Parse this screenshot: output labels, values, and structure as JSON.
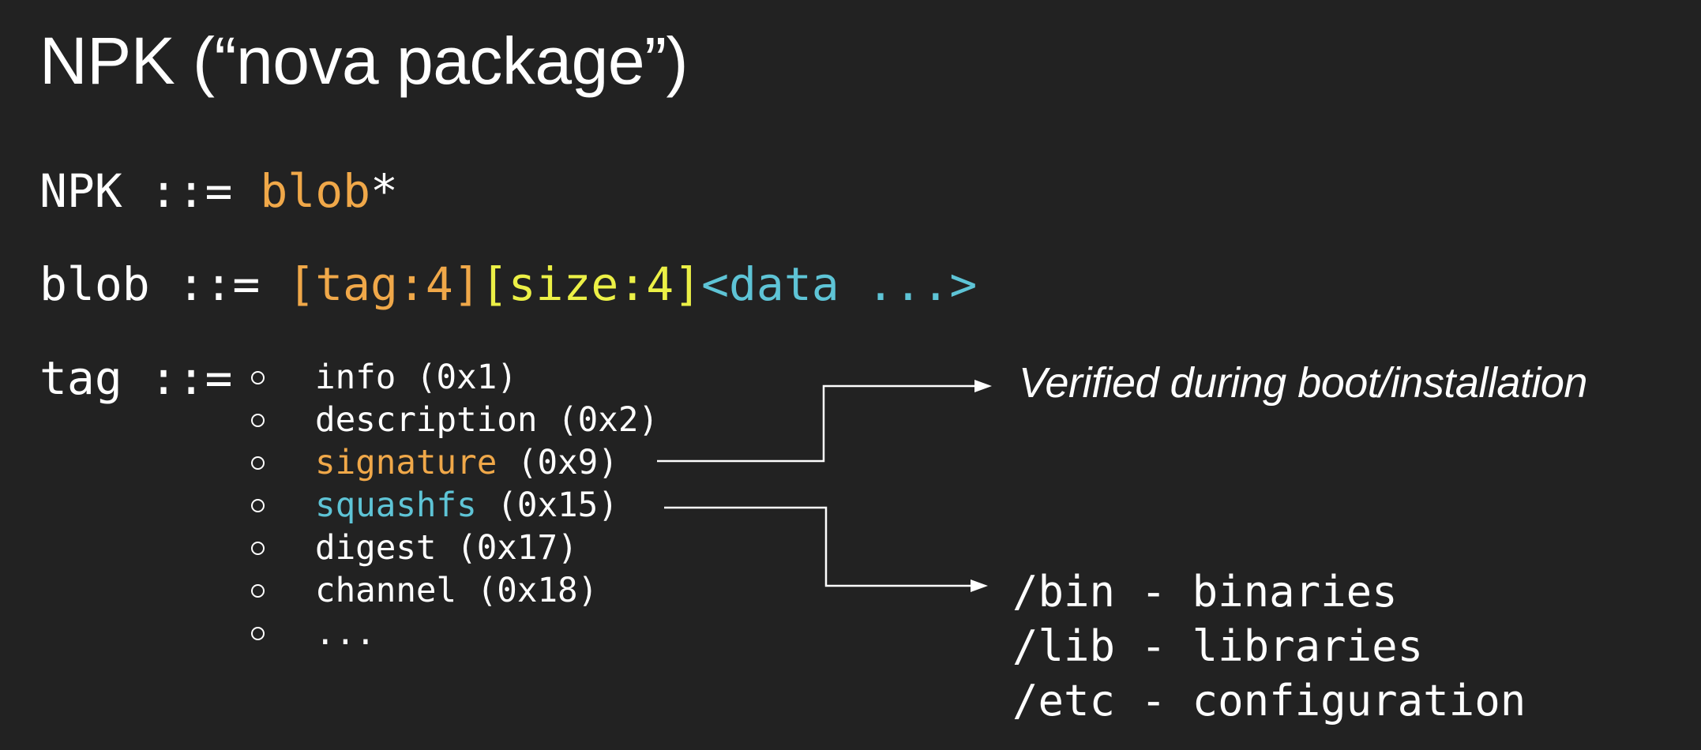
{
  "title": "NPK (“nova package”)",
  "grammar": {
    "npk_rule": {
      "lhs": "NPK ::= ",
      "blob": "blob",
      "star": "*"
    },
    "blob_rule": {
      "lhs": "blob ::= ",
      "tag": "[tag:4]",
      "size": "[size:4]",
      "data": "<data ...>"
    },
    "tag_rule": {
      "lhs": "tag ::="
    }
  },
  "tags": [
    {
      "name": "info",
      "code": " (0x1)",
      "color": "#ffffff"
    },
    {
      "name": "description",
      "code": " (0x2)",
      "color": "#ffffff"
    },
    {
      "name": "signature",
      "code": " (0x9)",
      "color": "#f0a849"
    },
    {
      "name": "squashfs",
      "code": " (0x15)",
      "color": "#5ec4d6"
    },
    {
      "name": "digest",
      "code": " (0x17)",
      "color": "#ffffff"
    },
    {
      "name": "channel",
      "code": " (0x18)",
      "color": "#ffffff"
    },
    {
      "name": "...",
      "code": "",
      "color": "#ffffff"
    }
  ],
  "annotations": {
    "verified": "Verified during boot/installation",
    "squashfs_contents": [
      "/bin - binaries",
      "/lib - libraries",
      "/etc - configuration"
    ]
  },
  "colors": {
    "background": "#222222",
    "text": "#ffffff",
    "orange": "#f0a849",
    "yellow": "#ecf046",
    "cyan": "#5ec4d6"
  }
}
